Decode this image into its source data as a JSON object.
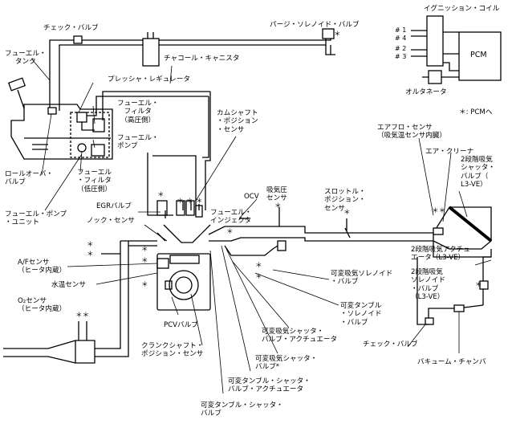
{
  "labels": {
    "ignition_coil": "イグニッション・コイル",
    "cyl_14": "# 1\n# 4",
    "cyl_23": "# 2\n# 3",
    "pcm": "PCM",
    "alternator": "オルタネータ",
    "star_note": "＊: PCMへ",
    "check_valve_top": "チェック・バルブ",
    "purge_valve": "パージ・ソレノイド・バルブ",
    "charcoal_canister": "チャコール・キャニスタ",
    "fuel_tank": "フューエル・\nタンク",
    "pressure_regulator": "プレッシャ・レギュレータ",
    "fuel_filter_high": "フューエル・\nフィルタ\n（高圧側）",
    "fuel_pump": "フューエル・\nポンプ",
    "rollover_valve": "ロールオーバ・\nバルブ",
    "fuel_filter_low": "フューエル\n・フィルタ\n（低圧側）",
    "fuel_pump_unit": "フューエル・ポンプ\n・ユニット",
    "camshaft_sensor": "カムシャフト\n・ポジション\n・センサ",
    "ocv": "OCV",
    "intake_pressure_sensor": "吸気圧\nセンサ",
    "throttle_sensor": "スロットル・\nポジション・\nセンサ",
    "airflow_sensor": "エアフロ・センサ\n（吸気温センサ内臓）",
    "air_cleaner": "エア・クリーナ",
    "two_stage_valve": "2段階吸気\nシャッタ・\nバルブ（\nL3-VE）",
    "egr_valve": "EGRバルブ",
    "knock_sensor": "ノック・センサ",
    "fuel_injector": "フューエル・\nインジェクタ",
    "af_sensor": "A/Fセンサ\n（ヒータ内蔵）",
    "water_temp_sensor": "水温センサ",
    "o2_sensor": "O₂センサ\n（ヒータ内蔵）",
    "pcv_valve": "PCVバルブ",
    "crankshaft_sensor": "クランクシャフト・\nポジション・センサ",
    "var_intake_solenoid": "可変吸気ソレノイド\n・バルブ",
    "var_tumble_solenoid": "可変タンブル\n・ソレノイド\n・バルブ",
    "two_stage_actuator": "2段階吸気アクチュ\nエータ（L3-VE）",
    "two_stage_solenoid": "2段階吸気\nソレノイド\n・バルブ\n（L3-VE）",
    "check_valve_bottom": "チェック・バルブ",
    "vacuum_chamber": "バキューム・チャンバ",
    "var_shutter_actuator": "可変吸気シャッタ・\nバルブ・アクチュエータ",
    "var_shutter_valve": "可変吸気シャッタ・\nバルブ*",
    "var_tumble_actuator": "可変タンブル・シャッタ・\nバルブ・アクチュエータ",
    "var_tumble_valve": "可変タンブル・シャッタ・\nバルブ",
    "star": "＊",
    "star2": "＊＊"
  }
}
